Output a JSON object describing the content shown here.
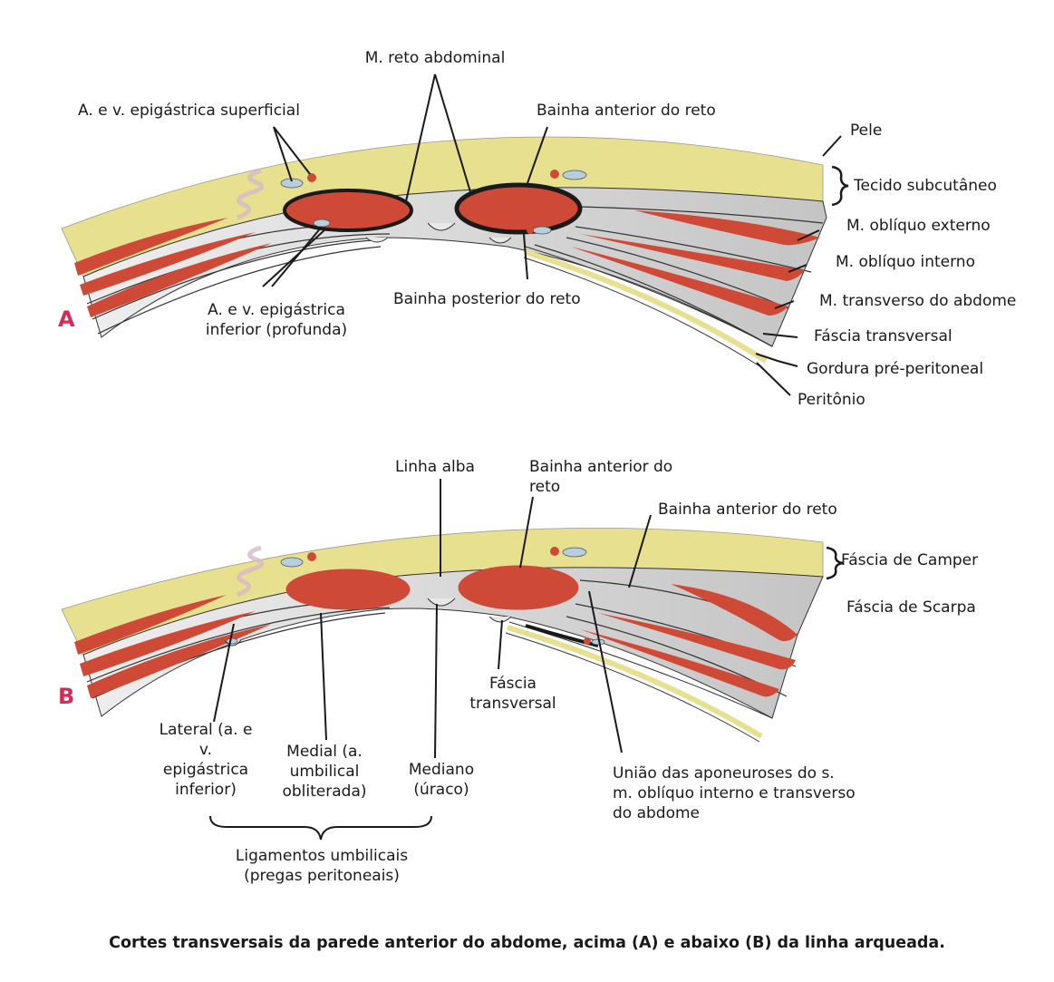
{
  "figure": {
    "panel_a": {
      "letter": "A",
      "labels": {
        "reto_abdominal": "M. reto abdominal",
        "epigastrica_superficial": "A. e v. epigástrica superficial",
        "bainha_anterior": "Bainha anterior do reto",
        "pele": "Pele",
        "tecido_subcutaneo": "Tecido subcutâneo",
        "obliquo_externo": "M. oblíquo externo",
        "obliquo_interno": "M. oblíquo interno",
        "transverso": "M. transverso do abdome",
        "fascia_transversal": "Fáscia transversal",
        "gordura": "Gordura pré-peritoneal",
        "peritonio": "Peritônio",
        "bainha_posterior": "Bainha posterior do reto",
        "epigastrica_inferior": "A. e v. epigástrica inferior (profunda)"
      }
    },
    "panel_b": {
      "letter": "B",
      "labels": {
        "linha_alba": "Linha alba",
        "bainha_anterior_1": "Bainha anterior do reto",
        "bainha_anterior_2": "Bainha anterior do reto",
        "fascia_camper": "Fáscia de Camper",
        "fascia_scarpa": "Fáscia de Scarpa",
        "fascia_transversal": "Fáscia transversal",
        "lateral": "Lateral (a. e v. epigástrica inferior)",
        "medial": "Medial (a. umbilical obliterada)",
        "mediano": "Mediano (úraco)",
        "uniao": "União das aponeuroses do s. m. oblíquo interno e transverso do abdome",
        "ligamentos": "Ligamentos umbilicais (pregas peritoneais)"
      }
    },
    "caption": "Cortes transversais da parede anterior do abdome, acima (A) e abaixo (B) da linha arqueada.",
    "colors": {
      "fat": "#e6e08f",
      "muscle": "#cf4a36",
      "fascia": "#ececec",
      "outline": "#1a1a1a",
      "vein": "#b7cede",
      "panel_letter": "#d62a5a"
    }
  }
}
